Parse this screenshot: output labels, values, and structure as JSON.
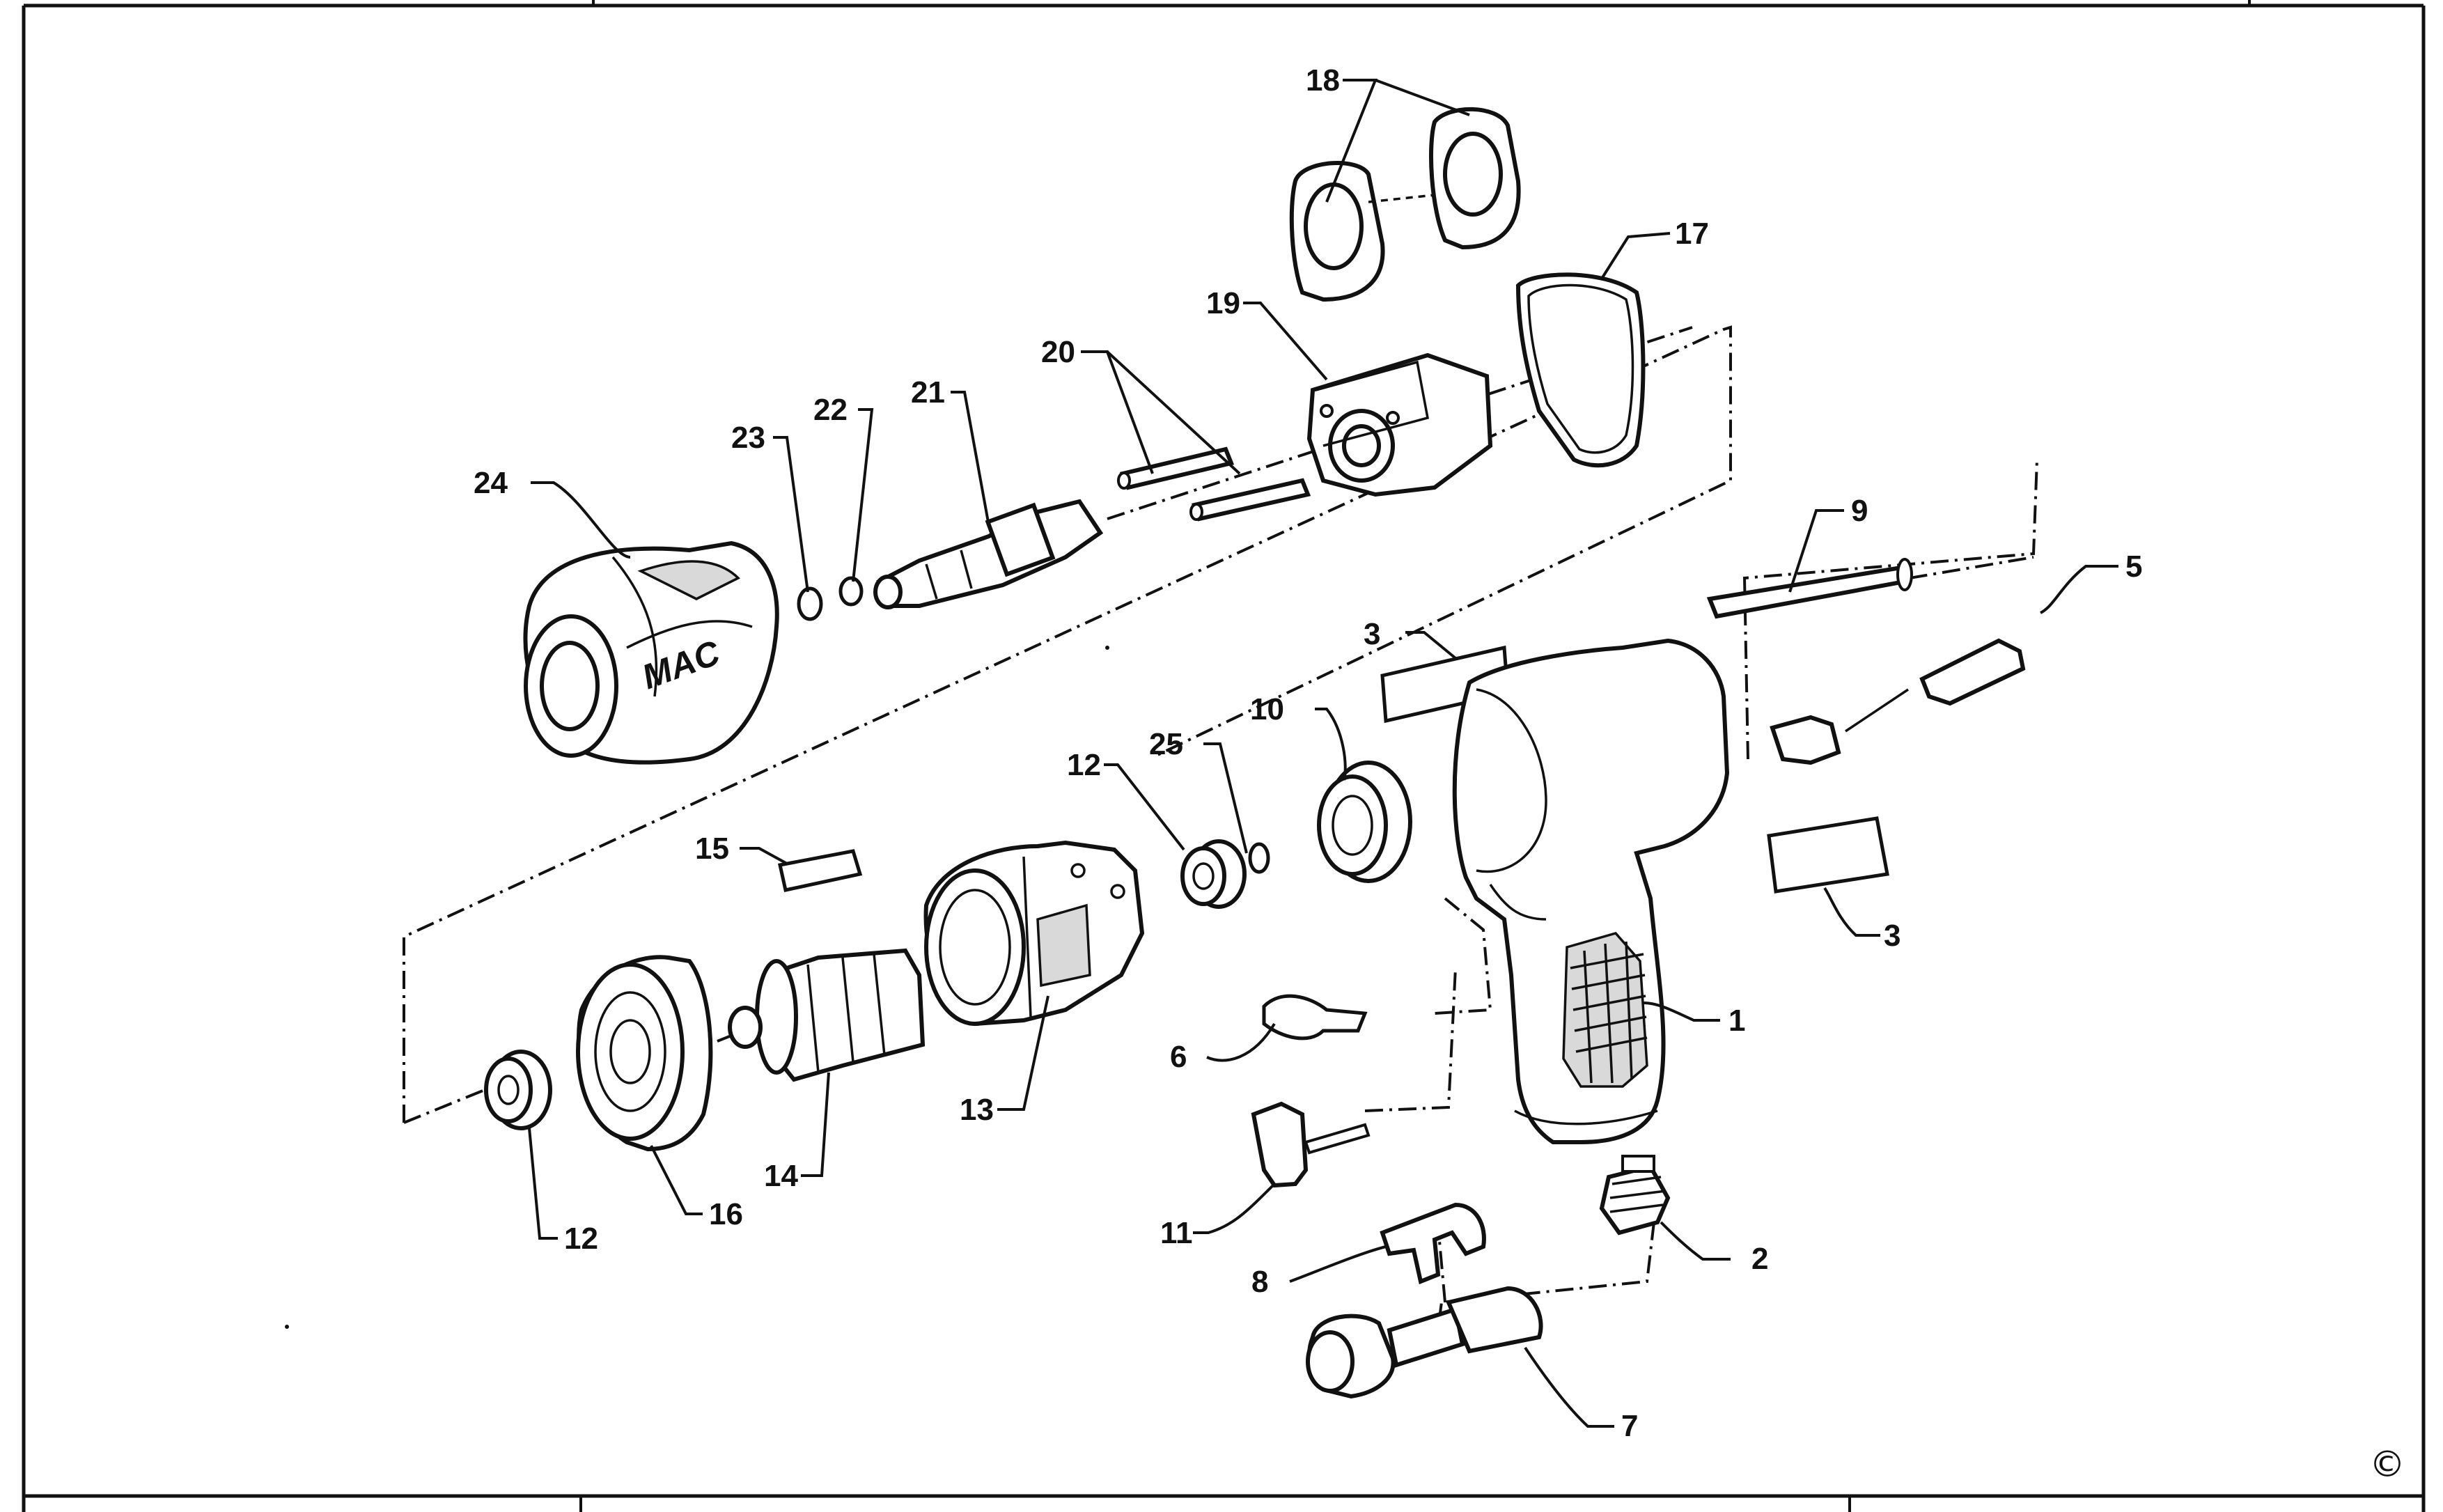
{
  "labels": {
    "p1": "1",
    "p2": "2",
    "p3a": "3",
    "p3b": "3",
    "p5": "5",
    "p6": "6",
    "p7": "7",
    "p8": "8",
    "p9": "9",
    "p10": "10",
    "p11": "11",
    "p12a": "12",
    "p12b": "12",
    "p13": "13",
    "p14": "14",
    "p15": "15",
    "p16": "16",
    "p17": "17",
    "p18": "18",
    "p19": "19",
    "p20": "20",
    "p21": "21",
    "p22": "22",
    "p23": "23",
    "p24": "24",
    "p25": "25"
  },
  "brand_logo": "MAC",
  "copyright_symbol": "©"
}
